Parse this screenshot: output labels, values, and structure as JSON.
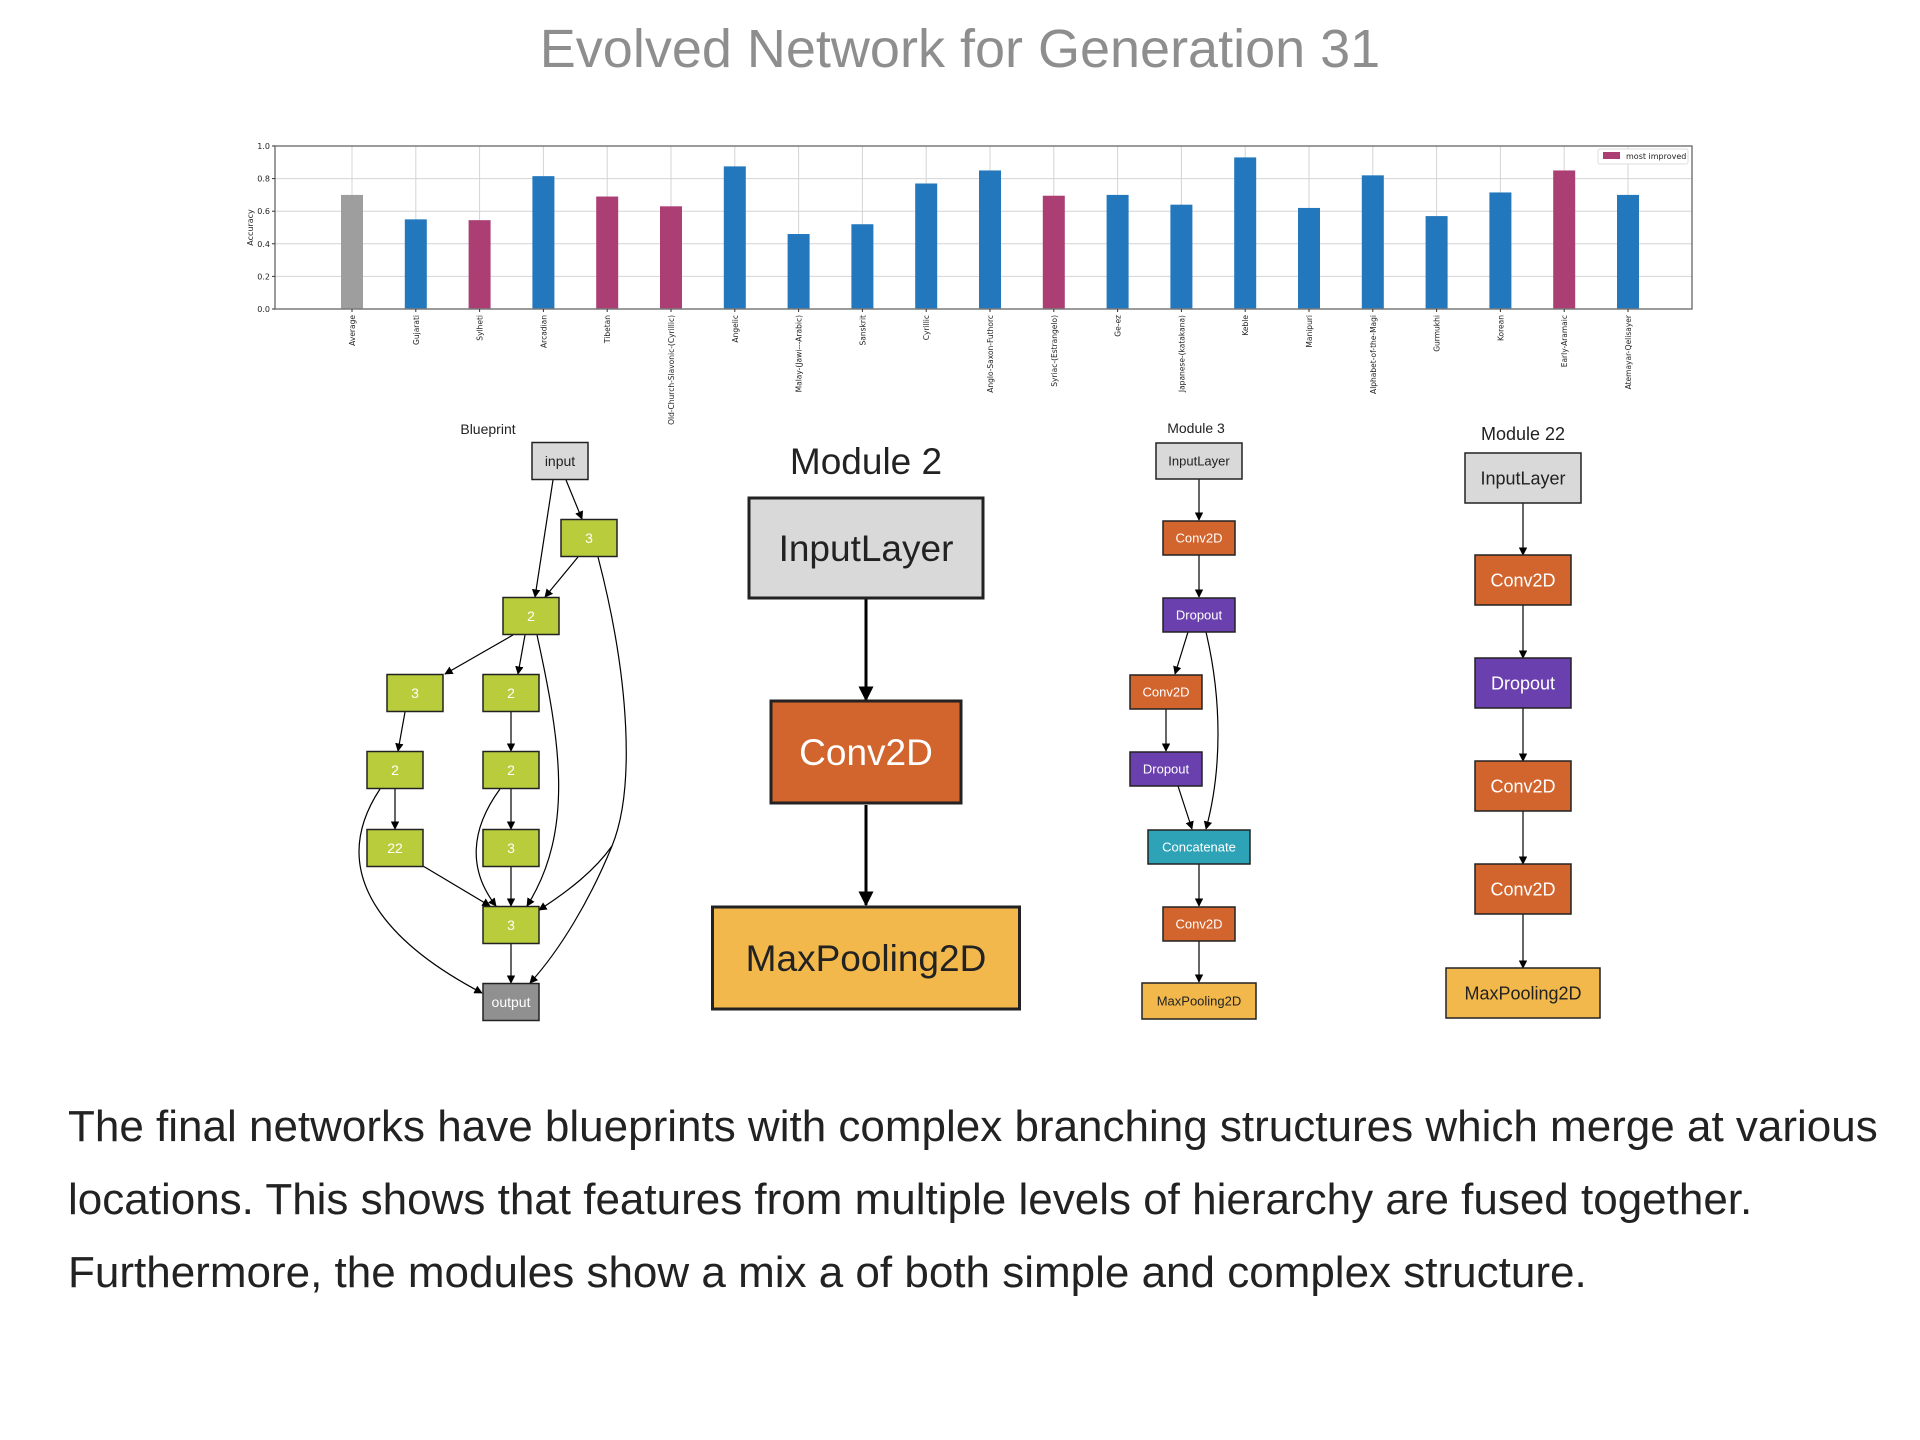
{
  "title": "Evolved Network for Generation 31",
  "chart_data": {
    "type": "bar",
    "title": "",
    "xlabel": "",
    "ylabel": "Accuracy",
    "ylim": [
      0.0,
      1.0
    ],
    "yticks": [
      "0.0",
      "0.2",
      "0.4",
      "0.6",
      "0.8",
      "1.0"
    ],
    "grid": true,
    "legend": {
      "placement": "top-right",
      "entries": [
        {
          "label": "most improved",
          "color": "#ab3f74"
        }
      ]
    },
    "colors": {
      "average": "#9e9e9e",
      "normal": "#2277bd",
      "most_improved": "#ab3f74"
    },
    "categories": [
      "Average",
      "Gujarati",
      "Sylheti",
      "Arcadian",
      "Tibetan",
      "Old-Church-Slavonic-(Cyrillic)",
      "Angelic",
      "Malay-(Jawi---Arabic)",
      "Sanskrit",
      "Cyrillic",
      "Anglo-Saxon-Futhorc",
      "Syriac-(Estrangelo)",
      "Ge-ez",
      "Japanese-(katakana)",
      "Keble",
      "Manipuri",
      "Alphabet-of-the-Magi",
      "Gurmukhi",
      "Korean",
      "Early-Aramaic",
      "Atemayar-Qelisayer"
    ],
    "values": [
      0.7,
      0.55,
      0.545,
      0.815,
      0.69,
      0.63,
      0.875,
      0.46,
      0.52,
      0.77,
      0.85,
      0.695,
      0.7,
      0.64,
      0.93,
      0.62,
      0.82,
      0.57,
      0.715,
      0.85,
      0.7
    ],
    "kinds": [
      "average",
      "normal",
      "most_improved",
      "normal",
      "most_improved",
      "most_improved",
      "normal",
      "normal",
      "normal",
      "normal",
      "normal",
      "most_improved",
      "normal",
      "normal",
      "normal",
      "normal",
      "normal",
      "normal",
      "normal",
      "most_improved",
      "normal"
    ]
  },
  "diagrams": {
    "colors": {
      "input": "#d9d9d9",
      "block": "#b8cc3c",
      "output": "#909090",
      "Conv2D": "#d2642d",
      "Dropout": "#6a3fae",
      "Concatenate": "#2ea3b8",
      "MaxPooling2D": "#f2b84b",
      "InputLayer": "#d9d9d9"
    },
    "blueprint": {
      "title": "Blueprint",
      "nodes": [
        {
          "id": "in",
          "label": "input",
          "kind": "input"
        },
        {
          "id": "a",
          "label": "3",
          "kind": "block"
        },
        {
          "id": "b",
          "label": "2",
          "kind": "block"
        },
        {
          "id": "c",
          "label": "3",
          "kind": "block"
        },
        {
          "id": "d",
          "label": "2",
          "kind": "block"
        },
        {
          "id": "e",
          "label": "2",
          "kind": "block"
        },
        {
          "id": "f",
          "label": "2",
          "kind": "block"
        },
        {
          "id": "g",
          "label": "22",
          "kind": "block"
        },
        {
          "id": "h",
          "label": "3",
          "kind": "block"
        },
        {
          "id": "i",
          "label": "3",
          "kind": "block"
        },
        {
          "id": "out",
          "label": "output",
          "kind": "output"
        }
      ]
    },
    "modules": [
      {
        "title": "Module 2",
        "nodes": [
          "InputLayer",
          "Conv2D",
          "MaxPooling2D"
        ]
      },
      {
        "title": "Module 3",
        "nodes": [
          "InputLayer",
          "Conv2D",
          "Dropout",
          "Conv2D",
          "Dropout",
          "Concatenate",
          "Conv2D",
          "MaxPooling2D"
        ]
      },
      {
        "title": "Module 22",
        "nodes": [
          "InputLayer",
          "Conv2D",
          "Dropout",
          "Conv2D",
          "Conv2D",
          "MaxPooling2D"
        ]
      }
    ]
  },
  "paragraph": "The final networks have blueprints with complex branching structures which merge at various locations. This shows that features from multiple levels of hierarchy are fused together. Furthermore, the modules show a mix a of both simple and complex structure."
}
